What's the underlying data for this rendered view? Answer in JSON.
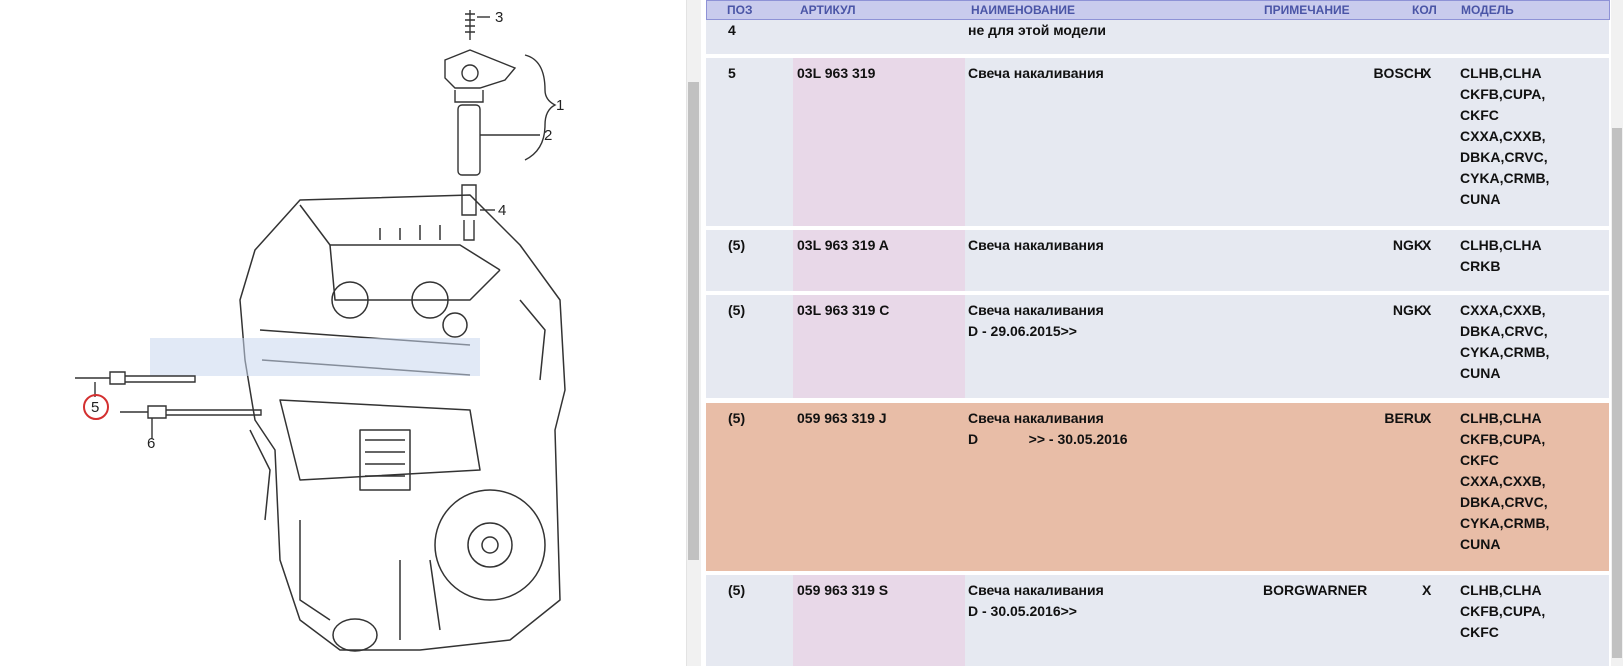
{
  "diagram": {
    "callouts": [
      "1",
      "2",
      "3",
      "4",
      "5",
      "6"
    ],
    "highlighted_callout": "5",
    "colors": {
      "line": "#333333",
      "highlight": "#d32f2f",
      "watermark": "#c9d7ee"
    }
  },
  "table": {
    "headers": [
      "ПОЗ",
      "АРТИКУЛ",
      "НАИМЕНОВАНИЕ",
      "ПРИМЕЧАНИЕ",
      "КОЛ",
      "МОДЕЛЬ"
    ],
    "rows": [
      {
        "pos": "4",
        "article": "",
        "name": "не для этой модели",
        "note": "",
        "qty": "",
        "model": ""
      },
      {
        "pos": "5",
        "article": "03L 963 319",
        "name": "Свеча накаливания",
        "note": "BOSCH",
        "qty": "X",
        "model": "CLHB,CLHA\nCKFB,CUPA,\nCKFC\nCXXA,CXXB,\nDBKA,CRVC,\nCYKA,CRMB,\nCUNA"
      },
      {
        "pos": "(5)",
        "article": "03L 963 319 A",
        "name": "Свеча накаливания",
        "note": "NGK",
        "qty": "X",
        "model": "CLHB,CLHA\nCRKB"
      },
      {
        "pos": "(5)",
        "article": "03L 963 319 C",
        "name": "Свеча накаливания\nD - 29.06.2015>>",
        "note": "NGK",
        "qty": "X",
        "model": "CXXA,CXXB,\nDBKA,CRVC,\nCYKA,CRMB,\nCUNA"
      },
      {
        "pos": "(5)",
        "article": "059 963 319 J",
        "name": "Свеча накаливания\nD             >> - 30.05.2016",
        "note": "BERU",
        "qty": "X",
        "model": "CLHB,CLHA\nCKFB,CUPA,\nCKFC\nCXXA,CXXB,\nDBKA,CRVC,\nCYKA,CRMB,\nCUNA"
      },
      {
        "pos": "(5)",
        "article": "059 963 319 S",
        "name": "Свеча накаливания\nD - 30.05.2016>>",
        "note": "BORGWARNER",
        "qty": "X",
        "model": "CLHB,CLHA\nCKFB,CUPA,\nCKFC"
      }
    ],
    "colors": {
      "header_bg": "#c9cbed",
      "header_text": "#4a55a6",
      "row_bg": "#e6e9f1",
      "article_bg": "#e8d8e8",
      "highlight_bg": "#e8bda7"
    }
  }
}
